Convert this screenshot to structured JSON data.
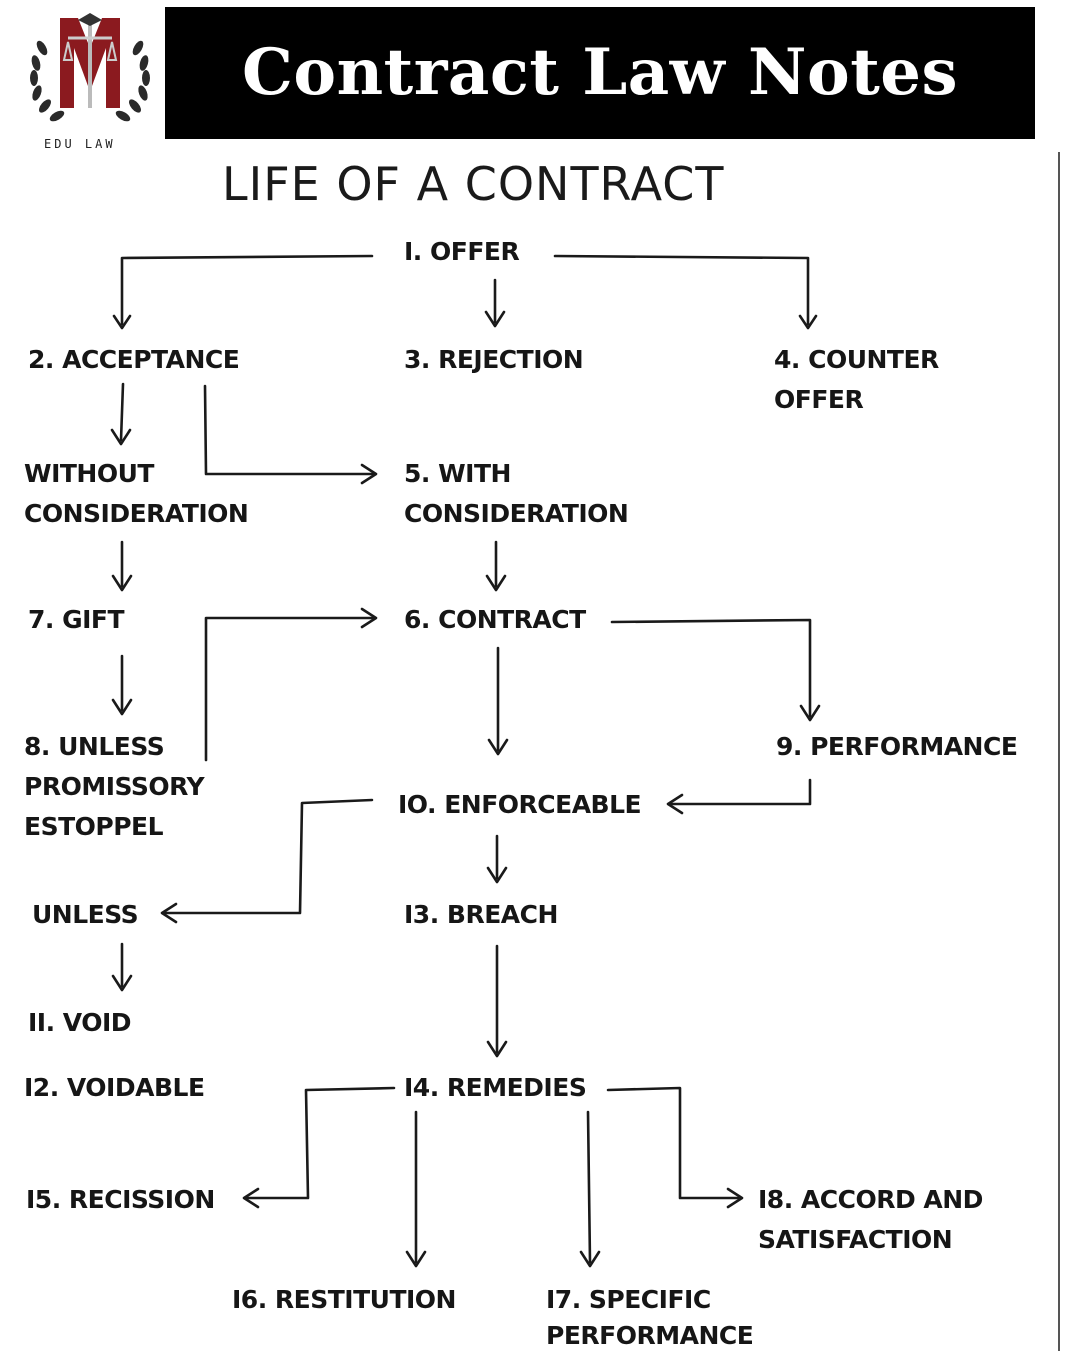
{
  "banner": {
    "title": "Contract Law Notes"
  },
  "logo": {
    "text": "EDU LAW",
    "icon": "scales-of-justice-laurel-icon"
  },
  "diagram": {
    "title": "LIFE OF A CONTRACT",
    "nodes": {
      "offer": "I. OFFER",
      "acceptance": "2. ACCEPTANCE",
      "rejection": "3. REJECTION",
      "counter_offer_1": "4. COUNTER",
      "counter_offer_2": "OFFER",
      "without_consideration_1": "WITHOUT",
      "without_consideration_2": "CONSIDERATION",
      "with_consideration_1": "5. WITH",
      "with_consideration_2": "CONSIDERATION",
      "gift": "7. GIFT",
      "contract": "6. CONTRACT",
      "unless_estoppel_1": "8. UNLESS",
      "unless_estoppel_2": "PROMISSORY",
      "unless_estoppel_3": "ESTOPPEL",
      "performance": "9. PERFORMANCE",
      "enforceable": "IO. ENFORCEABLE",
      "unless": "UNLESS",
      "breach": "I3. BREACH",
      "void": "II. VOID",
      "voidable": "I2. VOIDABLE",
      "remedies": "I4. REMEDIES",
      "recission": "I5. RECISSION",
      "accord_1": "I8. ACCORD AND",
      "accord_2": "SATISFACTION",
      "restitution": "I6. RESTITUTION",
      "specific_performance_1": "I7. SPECIFIC",
      "specific_performance_2": "PERFORMANCE"
    }
  },
  "colors": {
    "banner_bg": "#000000",
    "banner_text": "#ffffff",
    "ink": "#161616",
    "logo_red": "#8b1a1f"
  }
}
